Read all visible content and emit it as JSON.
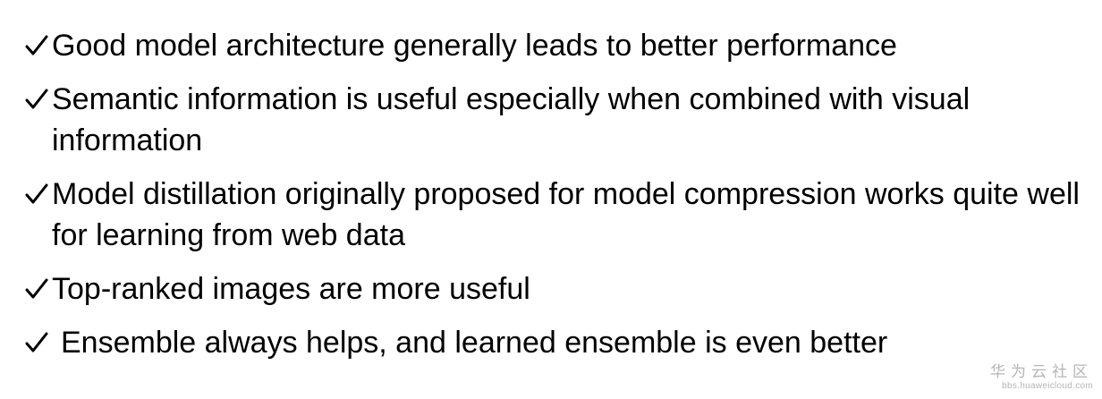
{
  "bullets": [
    {
      "icon": "check-icon",
      "text": "Good model architecture generally leads to better performance"
    },
    {
      "icon": "check-icon",
      "text": "Semantic information is useful especially when combined with visual information"
    },
    {
      "icon": "check-icon",
      "text": "Model distillation originally proposed for model compression works quite well for learning from web data"
    },
    {
      "icon": "check-icon",
      "text": "Top-ranked images are more useful"
    },
    {
      "icon": "check-icon",
      "text": "Ensemble always helps, and learned ensemble is even better"
    }
  ],
  "watermark": {
    "brand": "华为云社区",
    "url": "bbs.huaweicloud.com"
  }
}
